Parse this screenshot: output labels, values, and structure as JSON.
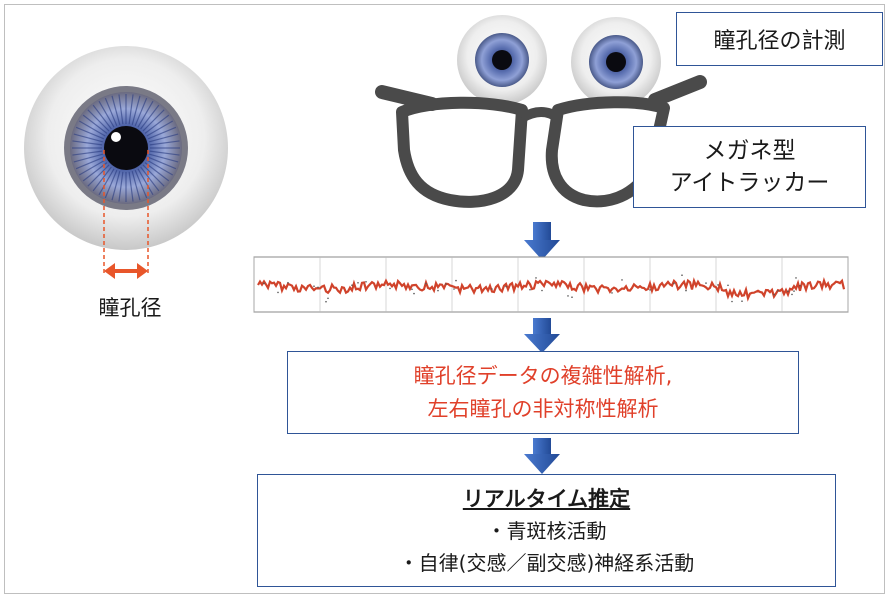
{
  "pupil_label": "瞳孔径",
  "title_box": {
    "text": "瞳孔径の計測"
  },
  "tracker_box": {
    "line1": "メガネ型",
    "line2": "アイトラッカー"
  },
  "analysis_box": {
    "line1": "瞳孔径データの複雑性解析,",
    "line2": "左右瞳孔の非対称性解析"
  },
  "estimate_box": {
    "title": "リアルタイム推定",
    "item1": "・青斑核活動",
    "item2": "・自律(交感／副交感)神経系活動"
  },
  "colors": {
    "arrow_blue": "#2f5fae",
    "box_border": "#2f5597",
    "signal_red": "#d0432b",
    "measure_orange": "#e8562a",
    "glasses": "#4a4a4a"
  }
}
